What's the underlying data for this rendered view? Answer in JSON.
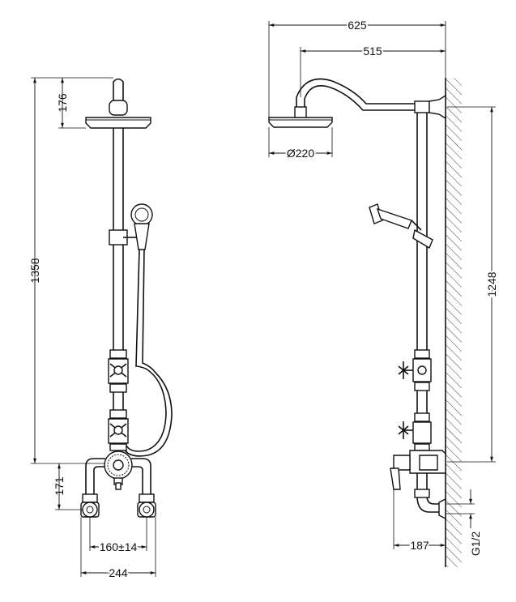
{
  "dimensions": {
    "front_head_height": "176",
    "front_total_height": "1358",
    "front_base_height": "171",
    "front_inlet_spacing": "160±14",
    "front_total_width": "244",
    "side_total_depth": "625",
    "side_arm_length": "515",
    "side_head_diameter": "Ø220",
    "side_rail_height": "1248",
    "side_wall_offset": "187",
    "side_thread": "G1/2"
  },
  "colors": {
    "line": "#111111",
    "background": "#ffffff"
  }
}
